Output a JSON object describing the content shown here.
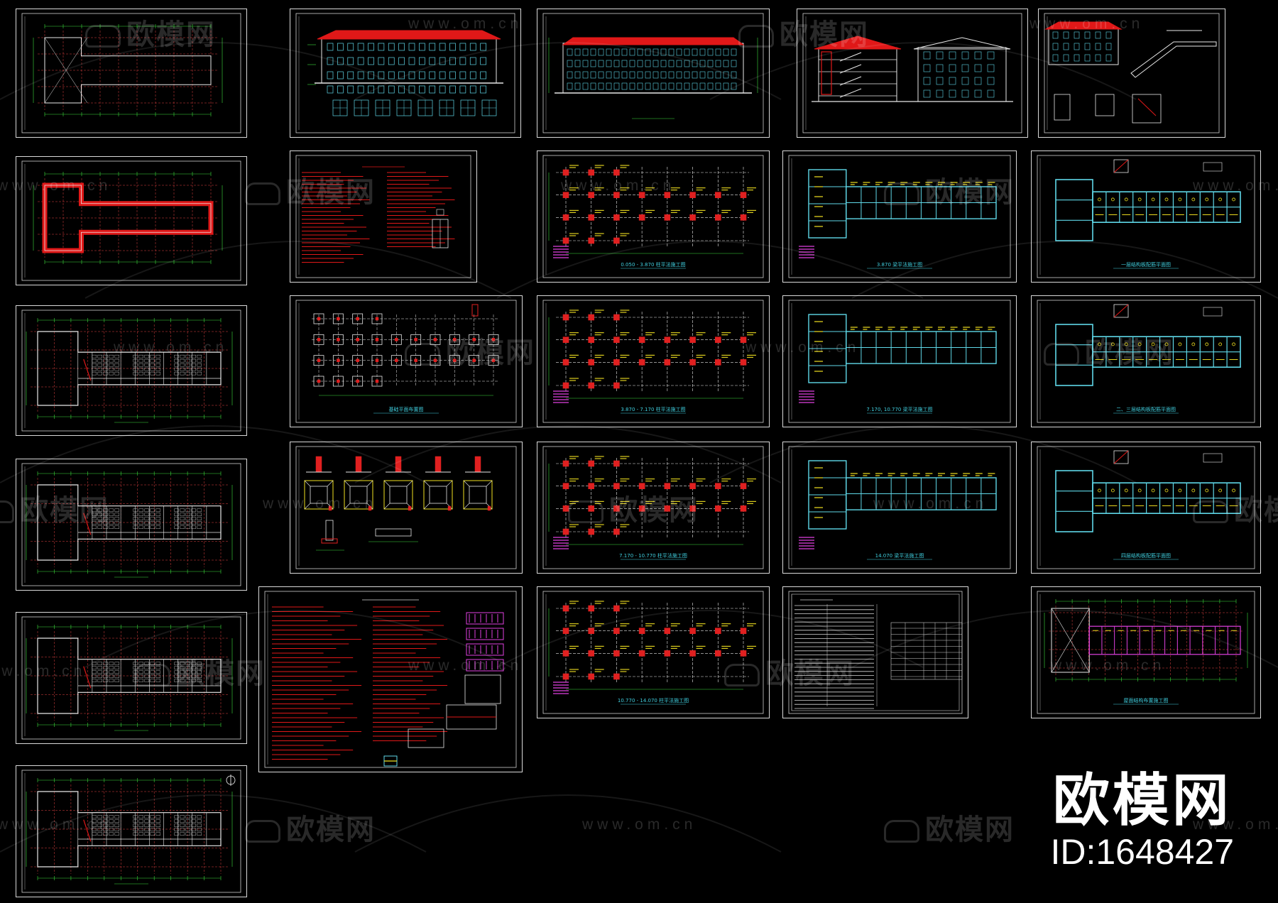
{
  "watermark": {
    "logo_text": "欧模网",
    "url_text": "www.om.cn"
  },
  "brand": {
    "name": "欧模网",
    "id_text": "ID:1648427"
  },
  "colors": {
    "background": "#000000",
    "frame": "#d9d9d9",
    "axis": "#e04040",
    "dimension": "#3cdc3c",
    "wall": "#e8e8e8",
    "roof": "#e01818",
    "beam": "#5fd8e8",
    "column": "#e02020",
    "note": "#f0e020",
    "title": "#40d0e0",
    "magenta": "#e040e0"
  },
  "sheets": [
    {
      "kind": "plan-roof",
      "caption": ""
    },
    {
      "kind": "elevation-front",
      "caption": ""
    },
    {
      "kind": "elevation-long",
      "caption": ""
    },
    {
      "kind": "elevation-side-pair",
      "caption": ""
    },
    {
      "kind": "elevation-detail",
      "caption": ""
    },
    {
      "kind": "plan-roof-red",
      "caption": ""
    },
    {
      "kind": "notes-red",
      "caption": ""
    },
    {
      "kind": "column-plan",
      "caption": "0.050 - 3.870 柱平法施工图"
    },
    {
      "kind": "beam-plan",
      "caption": "3.870 梁平法施工图"
    },
    {
      "kind": "slab-plan",
      "caption": "一层结构板配筋平面图"
    },
    {
      "kind": "plan-floor",
      "caption": ""
    },
    {
      "kind": "foundation-plan",
      "caption": "基础平面布置图"
    },
    {
      "kind": "column-plan",
      "caption": "3.870 - 7.170 柱平法施工图"
    },
    {
      "kind": "beam-plan",
      "caption": "7.170, 10.770 梁平法施工图"
    },
    {
      "kind": "slab-plan",
      "caption": "二、三层结构板配筋平面图"
    },
    {
      "kind": "plan-floor",
      "caption": ""
    },
    {
      "kind": "footing-details",
      "caption": ""
    },
    {
      "kind": "column-plan",
      "caption": "7.170 - 10.770 柱平法施工图"
    },
    {
      "kind": "beam-plan",
      "caption": "14.070 梁平法施工图"
    },
    {
      "kind": "slab-plan",
      "caption": "四层结构板配筋平面图"
    },
    {
      "kind": "plan-floor",
      "caption": ""
    },
    {
      "kind": "notes-structure",
      "caption": ""
    },
    {
      "kind": "column-plan",
      "caption": "10.770 - 14.070 柱平法施工图"
    },
    {
      "kind": "schedule",
      "caption": ""
    },
    {
      "kind": "roof-structure",
      "caption": "屋面结构布置施工图"
    },
    {
      "kind": "plan-ground",
      "caption": ""
    }
  ]
}
